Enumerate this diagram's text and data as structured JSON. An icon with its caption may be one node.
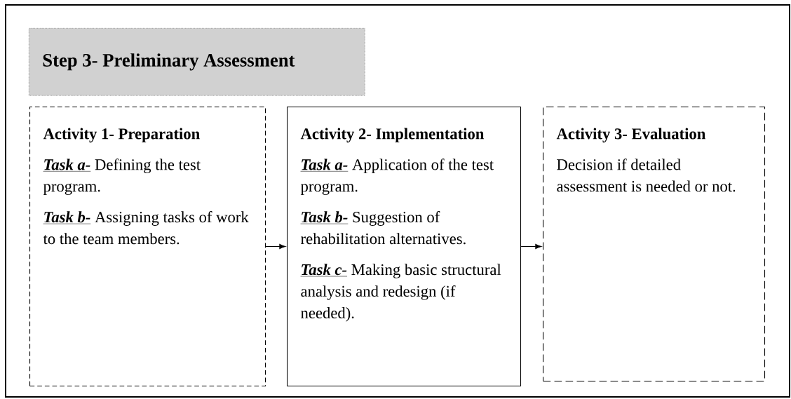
{
  "diagram": {
    "nodes": [
      {
        "text": [
          "Step 3- Preliminary Assessment"
        ]
      },
      {
        "text": [
          "Activity 1- Preparation",
          "**Task a-** Defining the test program.",
          "**Task b-** Assigning tasks of work to the team members."
        ]
      },
      {
        "text": [
          "Activity 2- Implementation",
          "**Task a-** Application of the test program.",
          "**Task b-** Suggestion of rehabilitation alternatives.",
          "**Task c-** Making basic structural analysis and redesign (if needed)."
        ]
      },
      {
        "text": [
          "Activity 3- Evaluation",
          "Decision if detailed assessment is needed or not."
        ]
      }
    ],
    "edges": [
      {
        "from": 1,
        "to": 2,
        "arrow": "to"
      },
      {
        "from": 2,
        "to": 3,
        "arrow": "to"
      }
    ]
  }
}
